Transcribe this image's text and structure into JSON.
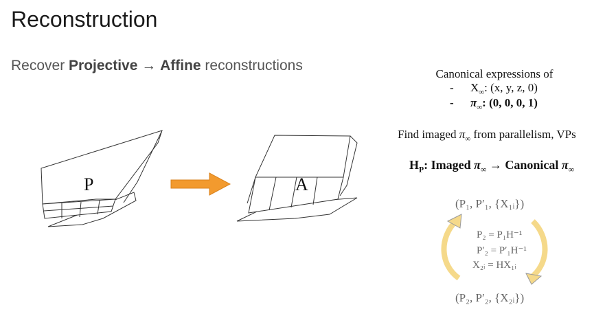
{
  "title": "Reconstruction",
  "subtitle": {
    "prefix": "Recover ",
    "projective": "Projective",
    "arrow": " → ",
    "affine": "Affine",
    "suffix": " reconstructions"
  },
  "figure": {
    "left_label": "P",
    "right_label": "A",
    "arrow_color": "#F29A2E"
  },
  "canonical": {
    "heading": "Canonical expressions of",
    "items": [
      {
        "dash": "-",
        "symbol": "X",
        "sub": "∞",
        "value": ": (x, y, z, 0)"
      },
      {
        "dash": "-",
        "symbol": "π",
        "sub": "∞",
        "value": ": (0, 0, 0, 1)"
      }
    ]
  },
  "find_line": {
    "pre": "Find imaged ",
    "symbol": "π",
    "sub": "∞",
    "post": " from parallelism, VPs"
  },
  "hp_line": {
    "h": "H",
    "hsub": "P",
    "mid": ": Imaged ",
    "pi": "π",
    "sub": "∞",
    "arrow": " → Canonical ",
    "pi2": "π",
    "sub2": "∞"
  },
  "cycle": {
    "top_tuple": "(P₁, P′₁, {X₁ᵢ})",
    "eq1": "P₂ = P₁H⁻¹",
    "eq2": "P′₂ = P′₁H⁻¹",
    "eq3": "X₂ᵢ = HX₁ᵢ",
    "bottom_tuple": "(P₂, P′₂, {X₂ᵢ})",
    "arc_color": "#F5D98A"
  }
}
